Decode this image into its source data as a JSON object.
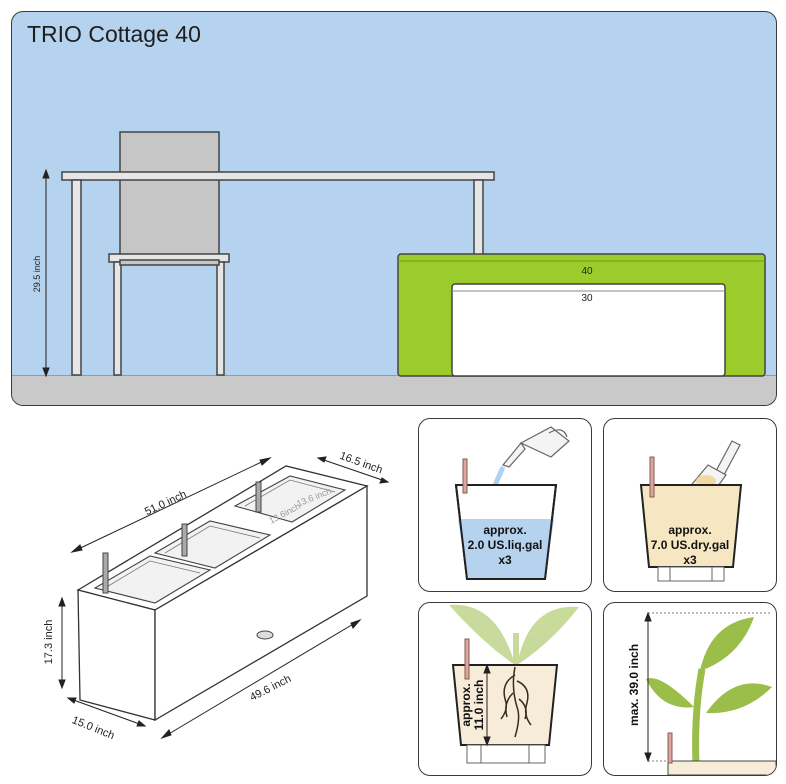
{
  "title": "TRIO Cottage 40",
  "scene": {
    "height_label": "29.5 inch",
    "planter_outer_label": "40",
    "planter_inner_label": "30",
    "colors": {
      "sky": "#b5d2ee",
      "floor": "#c9c9c9",
      "planter": "#9ccc2c"
    }
  },
  "dimensions": {
    "top_length": "51.0 inch",
    "top_width": "16.5 inch",
    "height": "17.3 inch",
    "bottom_length": "49.6 inch",
    "bottom_width": "15.0 inch",
    "insert_a": "13.6 inch",
    "insert_b": "13.6inch"
  },
  "panels": {
    "water": {
      "line1": "approx.",
      "line2": "2.0 US.liq.gal",
      "line3": "x3",
      "icon": "watering-can-icon"
    },
    "soil": {
      "line1": "approx.",
      "line2": "7.0 US.dry.gal",
      "line3": "x3",
      "icon": "trowel-icon"
    },
    "roots": {
      "line1": "approx.",
      "line2": "11.0 inch",
      "icon": "roots-icon"
    },
    "plant": {
      "label": "max. 39.0 inch",
      "icon": "plant-icon"
    }
  }
}
